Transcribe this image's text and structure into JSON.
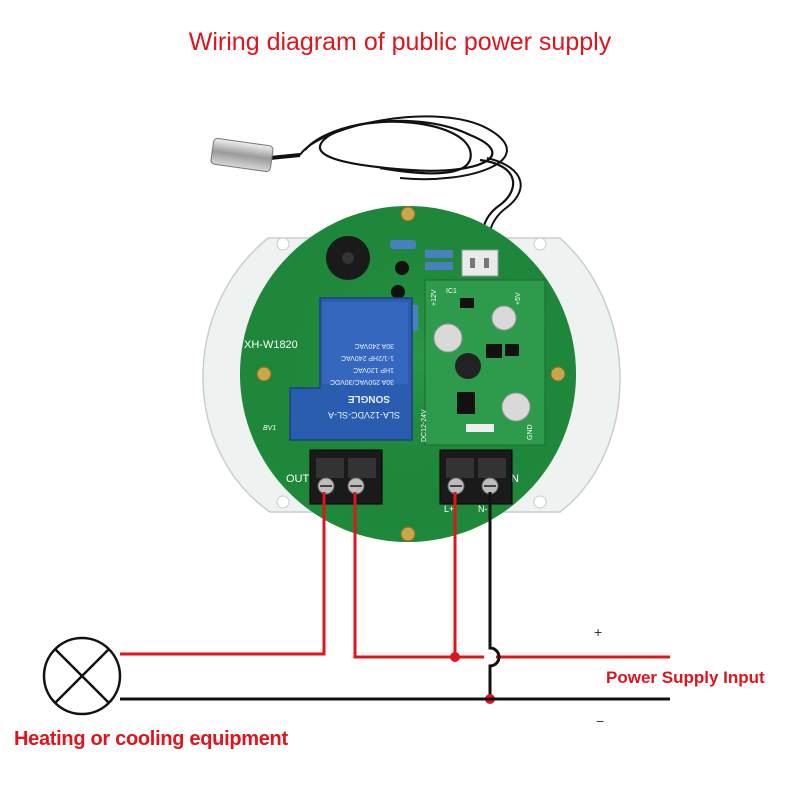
{
  "title": "Wiring diagram of public power supply",
  "labels": {
    "power_supply_input": "Power Supply Input",
    "heating_cooling": "Heating or cooling equipment",
    "plus": "+",
    "minus": "−"
  },
  "board": {
    "model": "XH-W1820",
    "rev": "BV1",
    "out_label": "OUT",
    "in_label": "IN",
    "dc_label": "DC12-24V",
    "gnd_label": "GND",
    "plus5v_label": "+5V",
    "plus12v_label": "+12V",
    "ic1_label": "IC1",
    "terminal_left": "L+",
    "terminal_right": "N-"
  },
  "relay": {
    "brand": "SONGLE",
    "model": "SLA-12VDC-SL-A",
    "rating1": "30A 250VAC/30VDC",
    "rating2": "1HP 120VAC",
    "rating3": "1-1/2HP 240VAC",
    "rating4": "30A 240VAC"
  },
  "colors": {
    "title": "#e0141b",
    "wire_live": "#e0141b",
    "wire_neutral": "#111111",
    "pcb": "#1f8a3c",
    "relay": "#2a5db0"
  },
  "icons": [
    "lamp-icon",
    "temperature-probe-icon"
  ]
}
